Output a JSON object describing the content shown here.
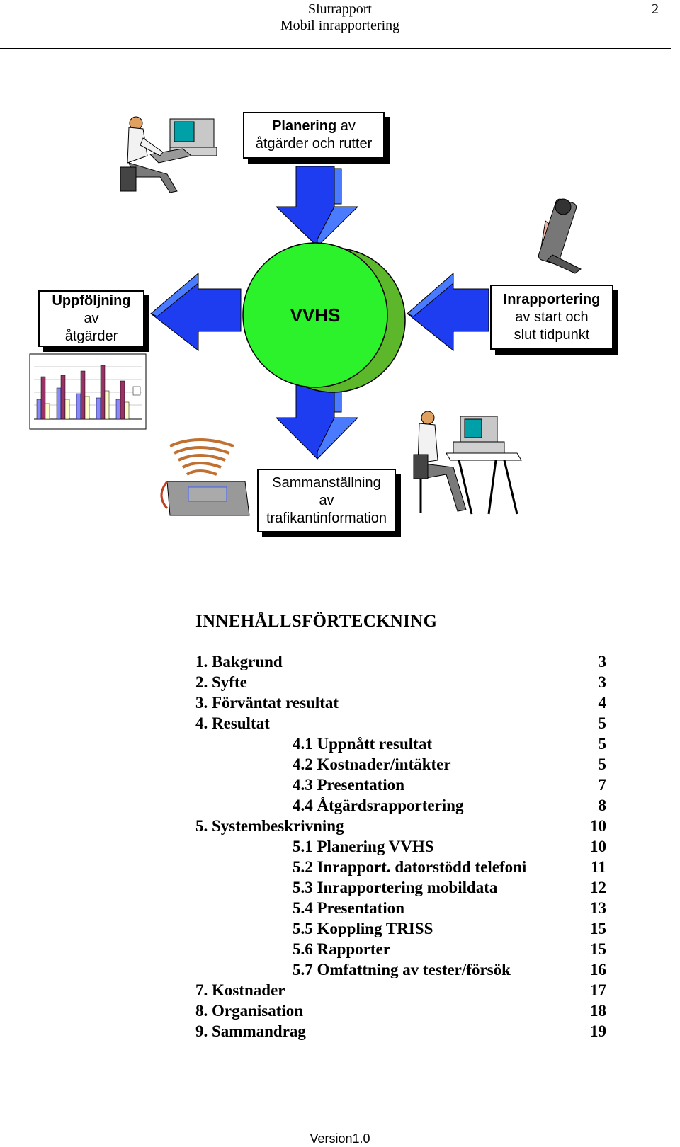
{
  "header": {
    "line1": "Slutrapport",
    "line2": "Mobil inrapportering",
    "page": "2"
  },
  "diagram": {
    "top_box": {
      "bold": "Planering",
      "rest": " av",
      "line2": "åtgärder och rutter"
    },
    "left_box": {
      "line1": "Uppföljning",
      "line2": "av",
      "line3": "åtgärder"
    },
    "center": "VVHS",
    "right_box": {
      "line1": "Inrapportering",
      "line2": "av start och",
      "line3": "slut tidpunkt"
    },
    "bottom_box": {
      "line1": "Sammanställning",
      "line2": "av",
      "line3": "trafikantinformation"
    },
    "colors": {
      "circle": "#2CF22C",
      "circle_shadow": "#5CB82A",
      "arrow": "#1E3CF0",
      "arrow_shade": "#4A7BFF"
    }
  },
  "toc": {
    "title": "INNEHÅLLSFÖRTECKNING",
    "entries": [
      {
        "label": "1. Bakgrund",
        "page": "3",
        "level": 0
      },
      {
        "label": "2. Syfte",
        "page": "3",
        "level": 0
      },
      {
        "label": "3. Förväntat resultat",
        "page": "4",
        "level": 0
      },
      {
        "label": "4. Resultat",
        "page": "5",
        "level": 0
      },
      {
        "label": "4.1 Uppnått resultat",
        "page": "5",
        "level": 1
      },
      {
        "label": "4.2 Kostnader/intäkter",
        "page": "5",
        "level": 1
      },
      {
        "label": "4.3 Presentation",
        "page": "7",
        "level": 1
      },
      {
        "label": "4.4 Åtgärdsrapportering",
        "page": "8",
        "level": 1
      },
      {
        "label": "5. Systembeskrivning",
        "page": "10",
        "level": 0
      },
      {
        "label": "5.1 Planering VVHS",
        "page": "10",
        "level": 1
      },
      {
        "label": "5.2 Inrapport. datorstödd telefoni",
        "page": "11",
        "level": 1
      },
      {
        "label": "5.3 Inrapportering mobildata",
        "page": "12",
        "level": 1
      },
      {
        "label": "5.4 Presentation",
        "page": "13",
        "level": 1
      },
      {
        "label": "5.5 Koppling TRISS",
        "page": "15",
        "level": 1
      },
      {
        "label": "5.6 Rapporter",
        "page": "15",
        "level": 1
      },
      {
        "label": "5.7 Omfattning av tester/försök",
        "page": "16",
        "level": 1
      },
      {
        "label": "7. Kostnader",
        "page": "17",
        "level": 0
      },
      {
        "label": "8. Organisation",
        "page": "18",
        "level": 0
      },
      {
        "label": "9. Sammandrag",
        "page": "19",
        "level": 0
      }
    ]
  },
  "footer": {
    "version": "Version1.0"
  }
}
